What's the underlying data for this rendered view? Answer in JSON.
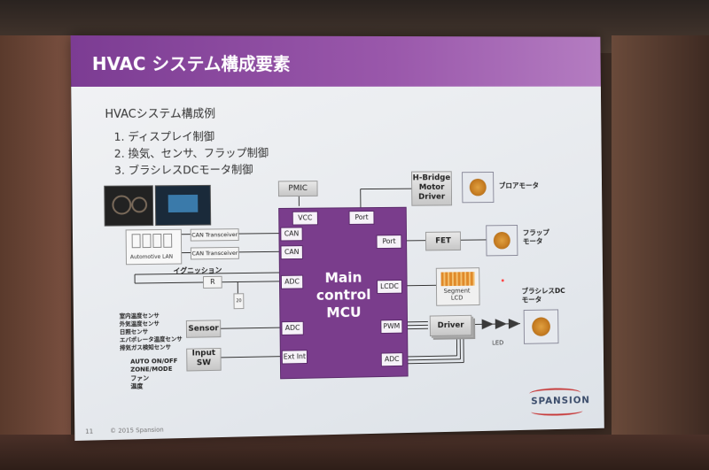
{
  "slide": {
    "title": "HVAC システム構成要素",
    "subtitle": "HVACシステム構成例",
    "items": [
      "1. ディスプレイ制御",
      "2. 換気、センサ、フラップ制御",
      "3. ブラシレスDCモータ制御"
    ],
    "footer_page": "11",
    "footer_copyright": "© 2015 Spansion",
    "brand": "SPANSION"
  },
  "diagram": {
    "mcu": "Main\ncontrol\nMCU",
    "pmic": "PMIC",
    "pins": {
      "vcc": "VCC",
      "port_top": "Port",
      "port_mid": "Port",
      "can1": "CAN",
      "can2": "CAN",
      "adc1": "ADC",
      "adc2": "ADC",
      "ext_int": "Ext Int",
      "lcdc": "LCDC",
      "pwm": "PWM",
      "adc3": "ADC"
    },
    "hbridge": "H-Bridge\nMotor\nDriver",
    "blower": "ブロアモータ",
    "fet": "FET",
    "flap": "フラップ\nモータ",
    "segment_lcd": "Segment\nLCD",
    "bldc": "ブラシレスDC\nモータ",
    "driver": "Driver",
    "led": "LED",
    "can_tx1": "CAN Transceiver",
    "can_tx2": "CAN Transceiver",
    "automotive_lan": "Automotive LAN",
    "ignition": "イグニッション",
    "resistor": "R",
    "resistor2": "20",
    "sensor": "Sensor",
    "input_sw": "Input\nSW",
    "sensors": [
      "室内温度センサ",
      "外気温度センサ",
      "日照センサ",
      "エバポレータ温度センサ",
      "排気ガス検知センサ"
    ],
    "inputs": [
      "AUTO ON/OFF",
      "ZONE/MODE",
      "ファン",
      "温度"
    ]
  }
}
